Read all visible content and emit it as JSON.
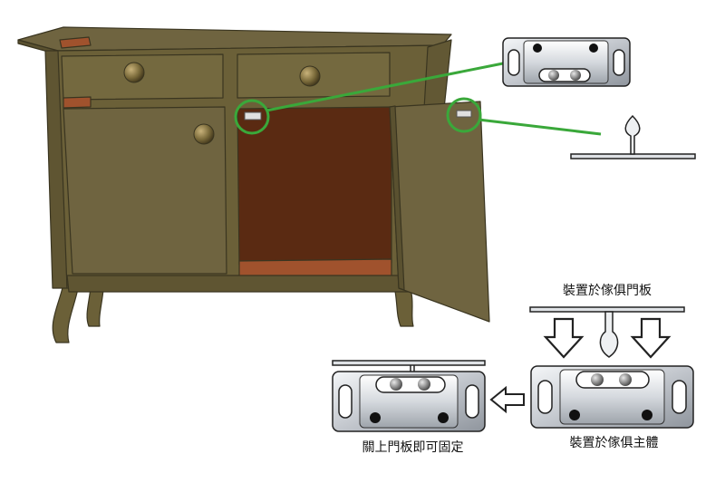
{
  "captions": {
    "mount_on_door": "裝置於傢俱門板",
    "mount_on_body": "裝置於傢俱主體",
    "close_door": "關上門板即可固定"
  },
  "colors": {
    "cabinet_wood": "#6b6038",
    "cabinet_outline": "#3a3520",
    "cabinet_interior": "#5a2a12",
    "accent_strip": "#a0522d",
    "callout_green": "#3aa83a",
    "metal_light": "#eef0f2",
    "metal_dark": "#9aa0a8",
    "outline": "#222222"
  },
  "icons": {
    "arrow_down": "down-arrow-icon",
    "arrow_left": "left-arrow-icon",
    "catch_plate": "catch-plate-icon",
    "latch_hook": "latch-hook-icon"
  }
}
